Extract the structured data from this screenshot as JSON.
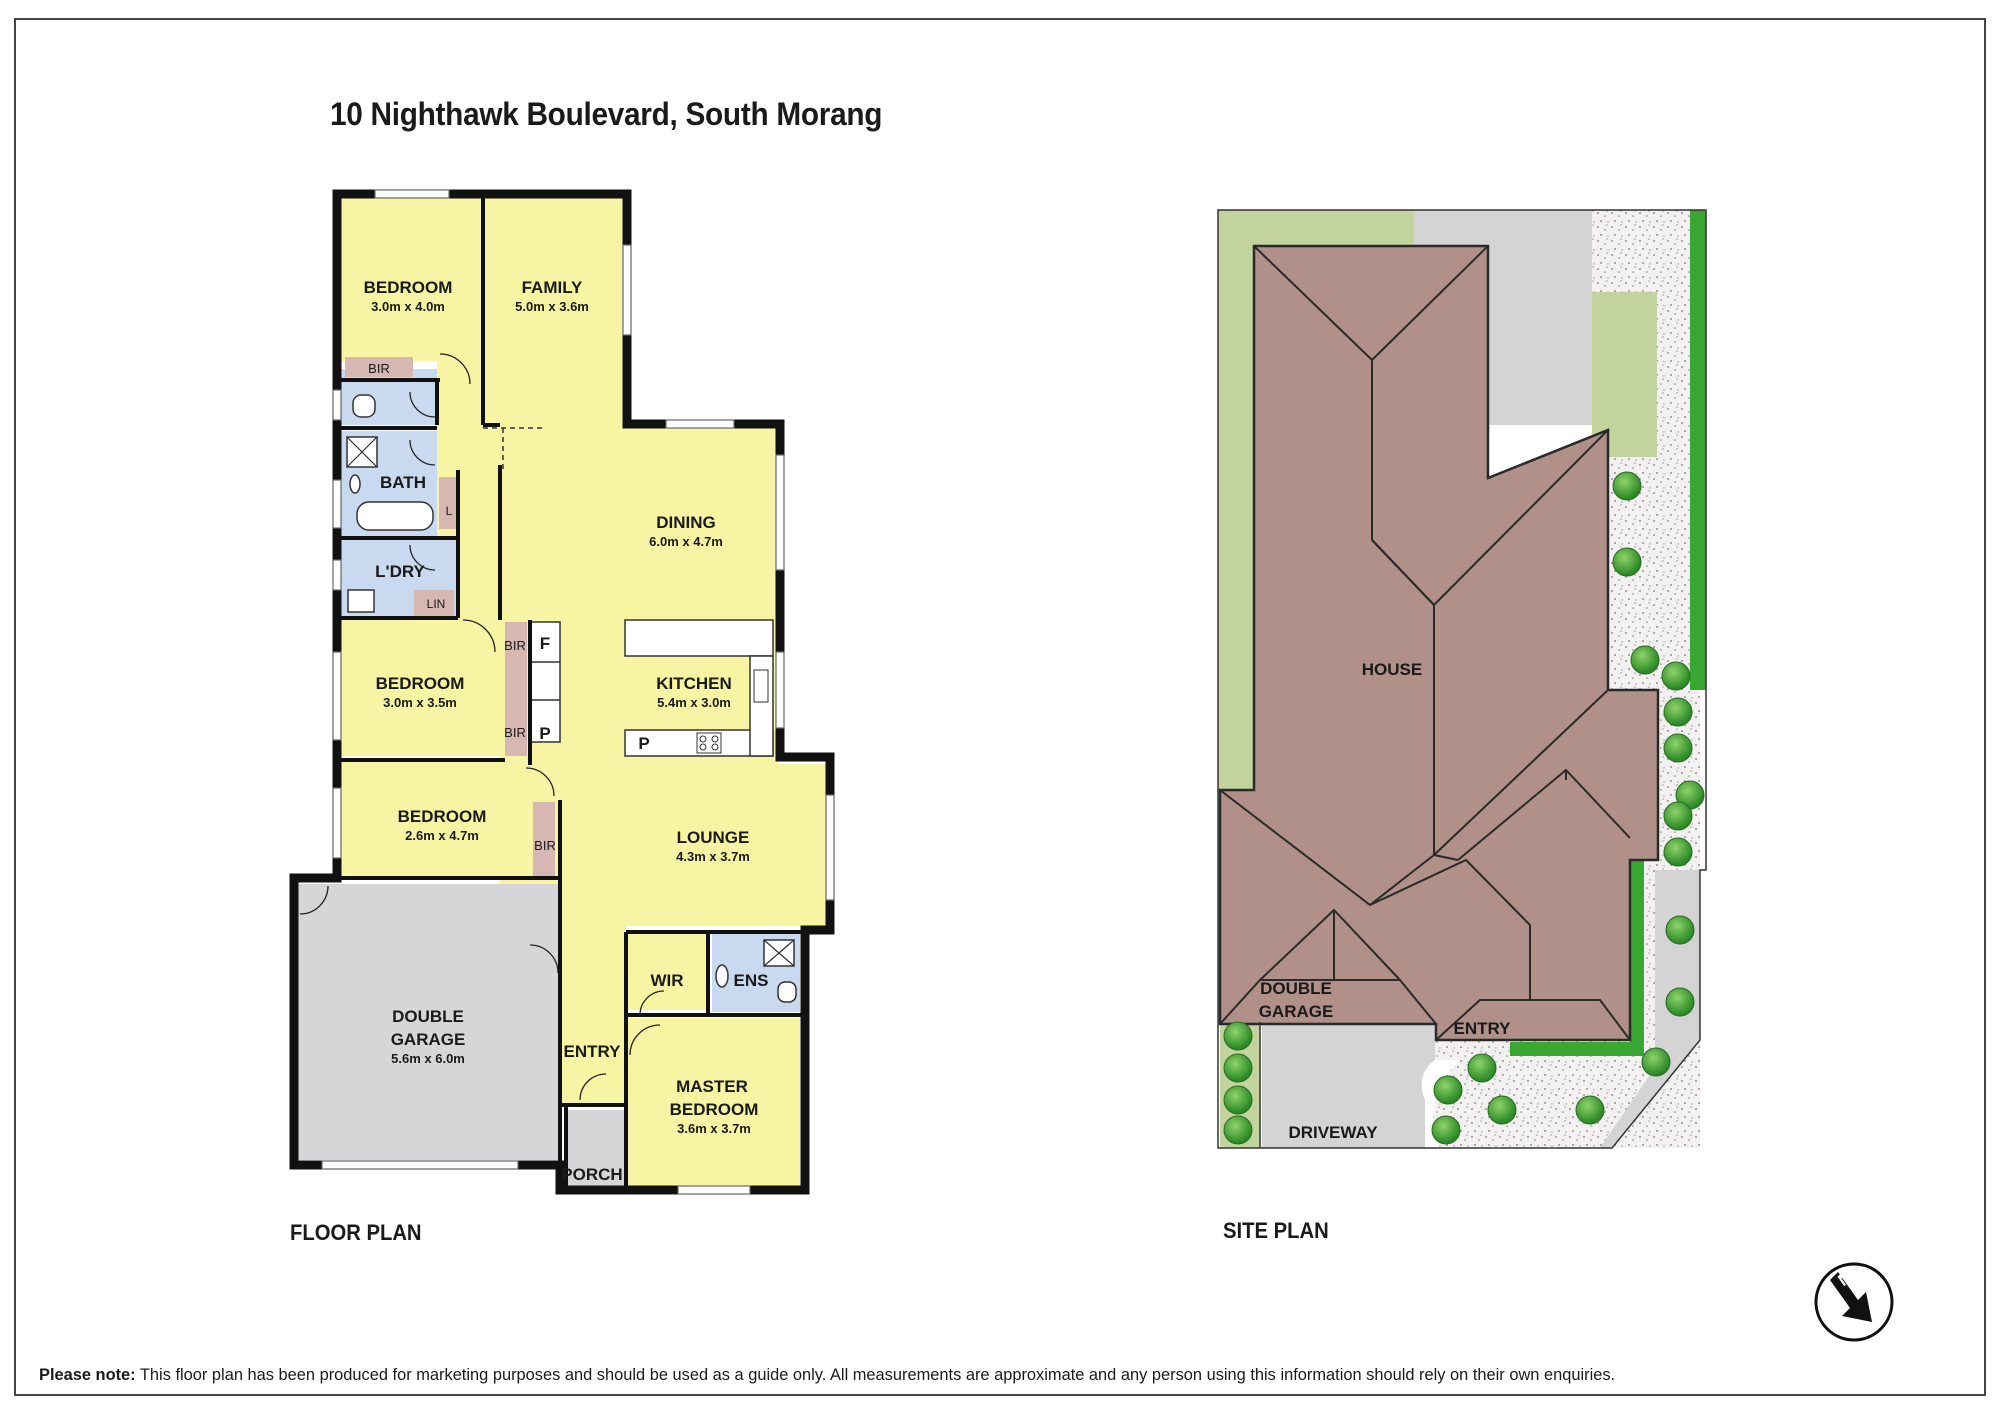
{
  "title": "10 Nighthawk Boulevard, South Morang",
  "floor_plan": {
    "label": "FLOOR PLAN",
    "rooms": {
      "bed1": {
        "name": "BEDROOM",
        "dims": "3.0m x 4.0m"
      },
      "family": {
        "name": "FAMILY",
        "dims": "5.0m x 3.6m"
      },
      "dining": {
        "name": "DINING",
        "dims": "6.0m x 4.7m"
      },
      "kitchen": {
        "name": "KITCHEN",
        "dims": "5.4m x 3.0m"
      },
      "bed2": {
        "name": "BEDROOM",
        "dims": "3.0m x 3.5m"
      },
      "bed3": {
        "name": "BEDROOM",
        "dims": "2.6m x 4.7m"
      },
      "lounge": {
        "name": "LOUNGE",
        "dims": "4.3m x 3.7m"
      },
      "garage": {
        "name_line1": "DOUBLE",
        "name_line2": "GARAGE",
        "dims": "5.6m x 6.0m"
      },
      "master": {
        "name_line1": "MASTER",
        "name_line2": "BEDROOM",
        "dims": "3.6m x 3.7m"
      }
    },
    "small_labels": {
      "bir1": "BIR",
      "bath": "BATH",
      "l": "L",
      "laundry": "L'DRY",
      "lin": "LIN",
      "bir2a": "BIR",
      "bir2b": "BIR",
      "bir3": "BIR",
      "fridge": "F",
      "pantry1": "P",
      "pantry2": "P",
      "wir": "WIR",
      "ens": "ENS",
      "entry": "ENTRY",
      "porch": "PORCH"
    }
  },
  "site_plan": {
    "label": "SITE PLAN",
    "labels": {
      "house": "HOUSE",
      "garage_line1": "DOUBLE",
      "garage_line2": "GARAGE",
      "entry": "ENTRY",
      "driveway": "DRIVEWAY"
    }
  },
  "north_label": "N",
  "disclaimer": {
    "bold": "Please note:",
    "text": " This floor plan has been produced for marketing purposes and should be used as a guide only. All measurements are approximate and any person using this information should rely on their own enquiries."
  },
  "colors": {
    "room": "#f7f4a3",
    "wet_area": "#c9daf0",
    "garage": "#d6d6d8",
    "robe": "#d6b7b1",
    "roof": "#b09088",
    "lawn": "#c3d39d",
    "hedge": "#3aa634",
    "paving": "#d4d4d4"
  }
}
